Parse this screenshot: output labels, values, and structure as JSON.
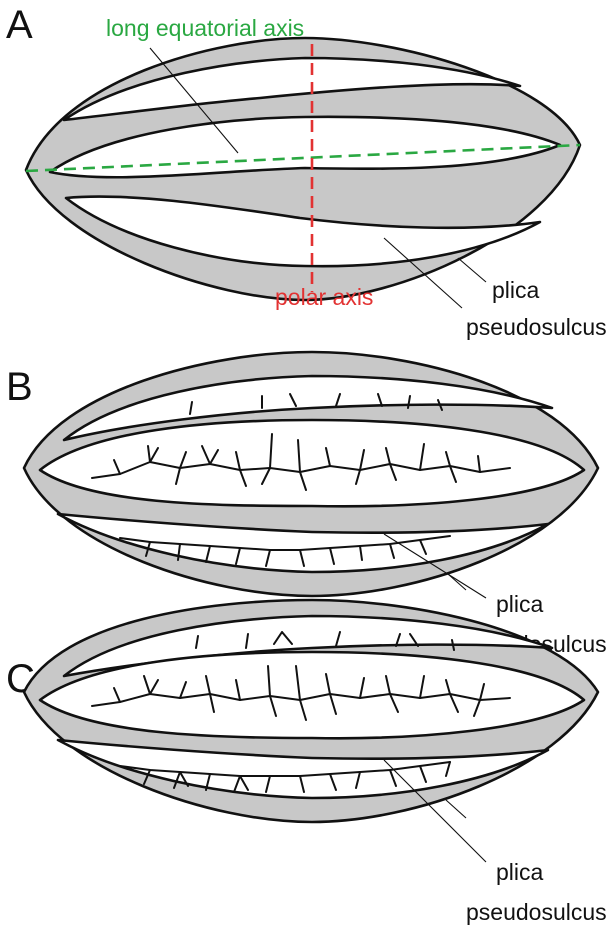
{
  "panels": [
    {
      "letter": "A",
      "labels": {
        "long_equatorial_axis": "long equatorial axis",
        "polar_axis": "polar axis",
        "plica": "plica",
        "pseudosulcus": "pseudosulcus"
      },
      "colors": {
        "equatorial_axis": "#2aa842",
        "polar_axis": "#e23232"
      }
    },
    {
      "letter": "B",
      "labels": {
        "plica": "plica",
        "pseudosulcus": "pseudosulcus"
      }
    },
    {
      "letter": "C",
      "labels": {
        "plica": "plica",
        "pseudosulcus": "pseudosulcus"
      }
    }
  ],
  "colors": {
    "fill": "#c8c8c8",
    "outline": "#111111"
  }
}
